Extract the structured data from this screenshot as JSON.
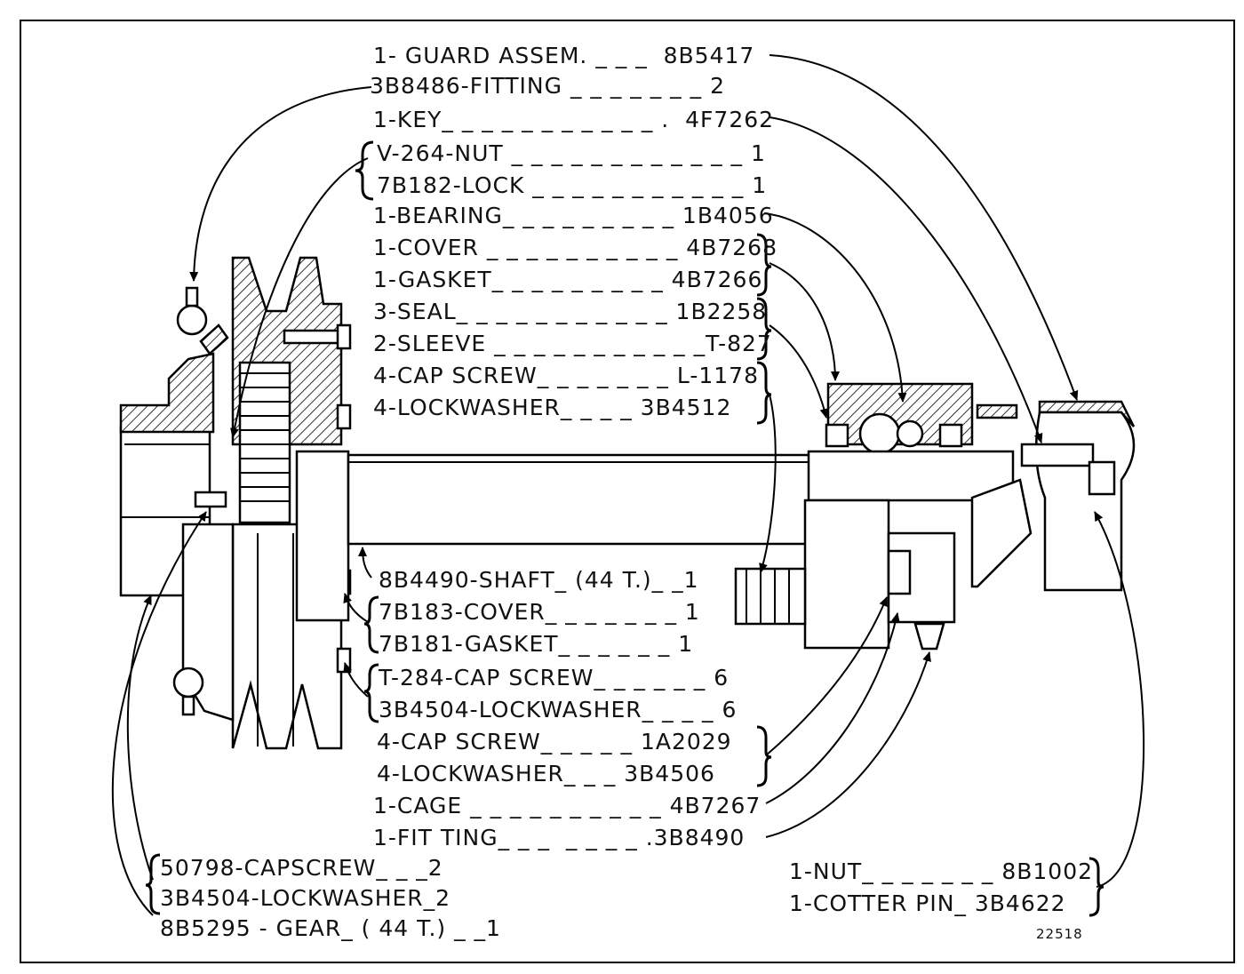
{
  "callouts": {
    "guard": "1- GUARD ASSEM. _ _ _  8B5417",
    "fitting_top": "3B8486-FITTING _ _ _ _ _ _ _ 2",
    "key": "1-KEY_ _ _ _ _ _ _ _ _ _ _ .  4F7262",
    "nut": "V-264-NUT _ _ _ _ _ _ _ _ _ _ _ _ 1",
    "lock": "7B182-LOCK _ _ _ _ _ _ _ _ _ _ _ 1",
    "bearing": "1-BEARING_ _ _ _ _ _ _ _ _ 1B4056",
    "cover": "1-COVER _ _ _ _ _ _ _ _ _ _ 4B7268",
    "gasket": "1-GASKET_ _ _ _ _ _ _ _ _ 4B7266",
    "seal": "3-SEAL_ _ _ _ _ _ _ _ _ _ _ 1B2258",
    "sleeve": "2-SLEEVE _ _ _ _ _ _ _ _ _ _ _T-827",
    "capscrew_a": "4-CAP SCREW_ _ _ _ _ _ _ L-1178",
    "lockwasher_a": "4-LOCKWASHER_ _ _ _ 3B4512",
    "shaft": "8B4490-SHAFT_ (44 T.)_ _1",
    "cover_b": "7B183-COVER_ _ _ _ _ _ _ 1",
    "gasket_b": "7B181-GASKET_ _ _ _ _ _ 1",
    "capscrew_b": "T-284-CAP SCREW_ _ _ _ _ _ 6",
    "lockwasher_b": "3B4504-LOCKWASHER_ _ _ _ 6",
    "capscrew_c": "4-CAP SCREW_ _ _ _ _ 1A2029",
    "lockwasher_c": "4-LOCKWASHER_ _ _ 3B4506",
    "cage": "1-CAGE _ _ _ _ _ _ _ _ _ _ 4B7267",
    "fitting_bottom": "1-FIT TING_ _ _  _ _ _ _ .3B8490",
    "capscrew_d": "50798-CAPSCREW_ _ _2",
    "lockwasher_d": "3B4504-LOCKWASHER_2",
    "gear": "8B5295 - GEAR_ ( 44 T.) _ _1",
    "nut_right": "1-NUT_ _ _ _ _ _ _ 8B1002",
    "cotter": "1-COTTER PIN_ 3B4622",
    "figure_number": "22518"
  }
}
